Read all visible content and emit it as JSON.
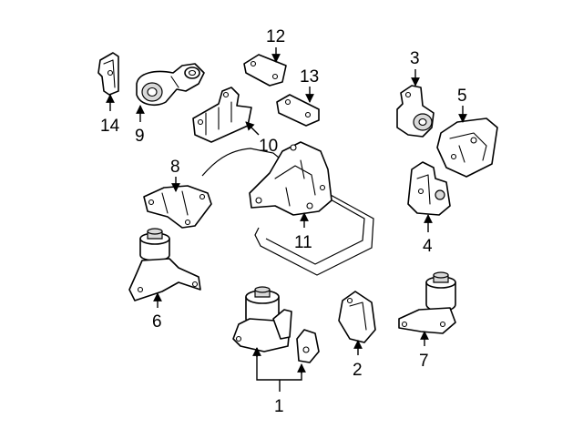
{
  "callouts": [
    {
      "id": "1",
      "label": "1"
    },
    {
      "id": "2",
      "label": "2"
    },
    {
      "id": "3",
      "label": "3"
    },
    {
      "id": "4",
      "label": "4"
    },
    {
      "id": "5",
      "label": "5"
    },
    {
      "id": "6",
      "label": "6"
    },
    {
      "id": "7",
      "label": "7"
    },
    {
      "id": "8",
      "label": "8"
    },
    {
      "id": "9",
      "label": "9"
    },
    {
      "id": "10",
      "label": "10"
    },
    {
      "id": "11",
      "label": "11"
    },
    {
      "id": "12",
      "label": "12"
    },
    {
      "id": "13",
      "label": "13"
    },
    {
      "id": "14",
      "label": "14"
    }
  ],
  "colors": {
    "ink": "#000000",
    "paper": "#ffffff",
    "shade": "#d9d9d9"
  }
}
